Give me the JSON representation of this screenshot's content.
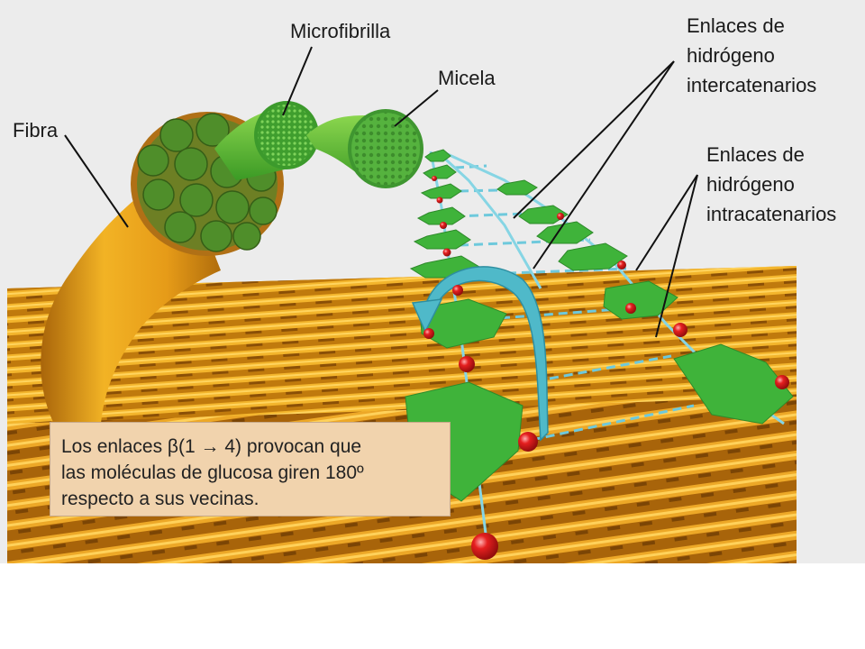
{
  "labels": {
    "fibra": "Fibra",
    "microfibrilla": "Microfibrilla",
    "micela": "Micela",
    "inter": [
      "Enlaces de",
      "hidrógeno",
      "intercatenarios"
    ],
    "intra": [
      "Enlaces de",
      "hidrógeno",
      "intracatenarios"
    ]
  },
  "caption": {
    "lines": [
      "Los enlaces β(1 → 4) provocan que",
      "las moléculas de glucosa giren 180º",
      "respecto a sus vecinas."
    ]
  },
  "colors": {
    "background": "#ececec",
    "fiber_gold": "#e7a51c",
    "fiber_dark": "#b8720a",
    "glucose_green": "#3fb33a",
    "microfibril_green": "#4ca83a",
    "oxygen_red": "#d81a1a",
    "hbond_cyan": "#5cc4d8",
    "caption_bg": "#f1d3ad"
  }
}
